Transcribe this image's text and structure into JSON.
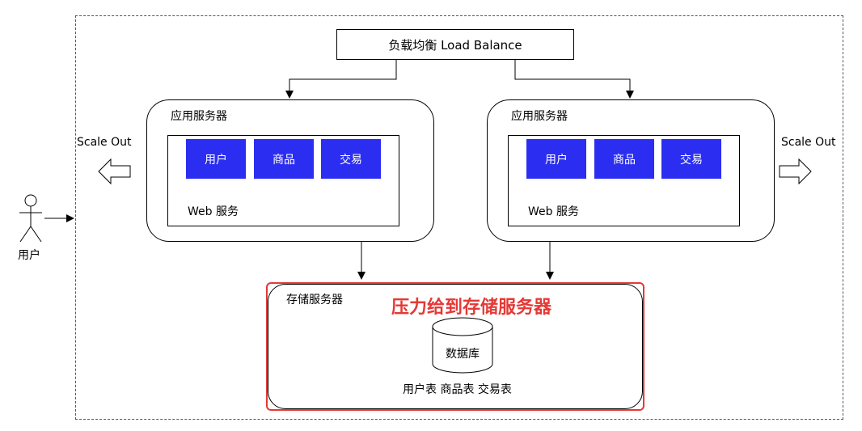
{
  "load_balancer": {
    "label": "负载均衡 Load Balance"
  },
  "left_server": {
    "title": "应用服务器",
    "modules": [
      "用户",
      "商品",
      "交易"
    ],
    "web_label": "Web 服务"
  },
  "right_server": {
    "title": "应用服务器",
    "modules": [
      "用户",
      "商品",
      "交易"
    ],
    "web_label": "Web 服务"
  },
  "scale_left": {
    "label": "Scale Out"
  },
  "scale_right": {
    "label": "Scale Out"
  },
  "user": {
    "label": "用户"
  },
  "storage": {
    "title": "存储服务器",
    "highlight": "压力给到存储服务器",
    "database_label": "数据库",
    "tables": "用户表 商品表 交易表"
  },
  "colors": {
    "module_fill": "#2b2ef0",
    "highlight": "#e53935"
  }
}
